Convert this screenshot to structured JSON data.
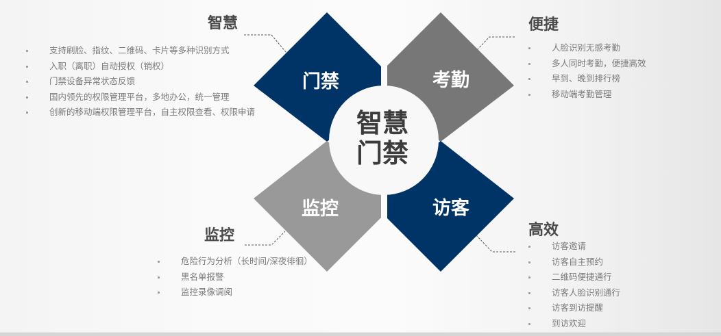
{
  "center": {
    "line1": "智慧",
    "line2": "门禁"
  },
  "colors": {
    "navy": "#003366",
    "dark_gray": "#777777",
    "light_gray": "#999999",
    "heading_text": "#4a4a4a",
    "bullet_text": "#7a7a7a"
  },
  "petals": {
    "top_left": {
      "label": "门禁"
    },
    "top_right": {
      "label": "考勤"
    },
    "bottom_left": {
      "label": "监控"
    },
    "bottom_right": {
      "label": "访客"
    }
  },
  "sections": {
    "smart": {
      "heading": "智慧",
      "items": [
        "支持刷脸、指纹、二维码、卡片等多种识别方式",
        "入职（离职）自动授权（销权）",
        "门禁设备异常状态反馈",
        "国内领先的权限管理平台，多地办公，统一管理",
        "创新的移动端权限管理平台，自主权限查看、权限申请"
      ]
    },
    "convenient": {
      "heading": "便捷",
      "items": [
        "人脸识别无感考勤",
        "多人同时考勤，便捷高效",
        "早到、晚到排行榜",
        "移动端考勤管理"
      ]
    },
    "monitoring": {
      "heading": "监控",
      "items": [
        "危险行为分析（长时间/深夜徘徊）",
        "黑名单报警",
        "监控录像调阅"
      ]
    },
    "efficient": {
      "heading": "高效",
      "items": [
        "访客邀请",
        "访客自主预约",
        "二维码便捷通行",
        "访客人脸识别通行",
        "访客到访提醒",
        "到访欢迎"
      ]
    }
  }
}
